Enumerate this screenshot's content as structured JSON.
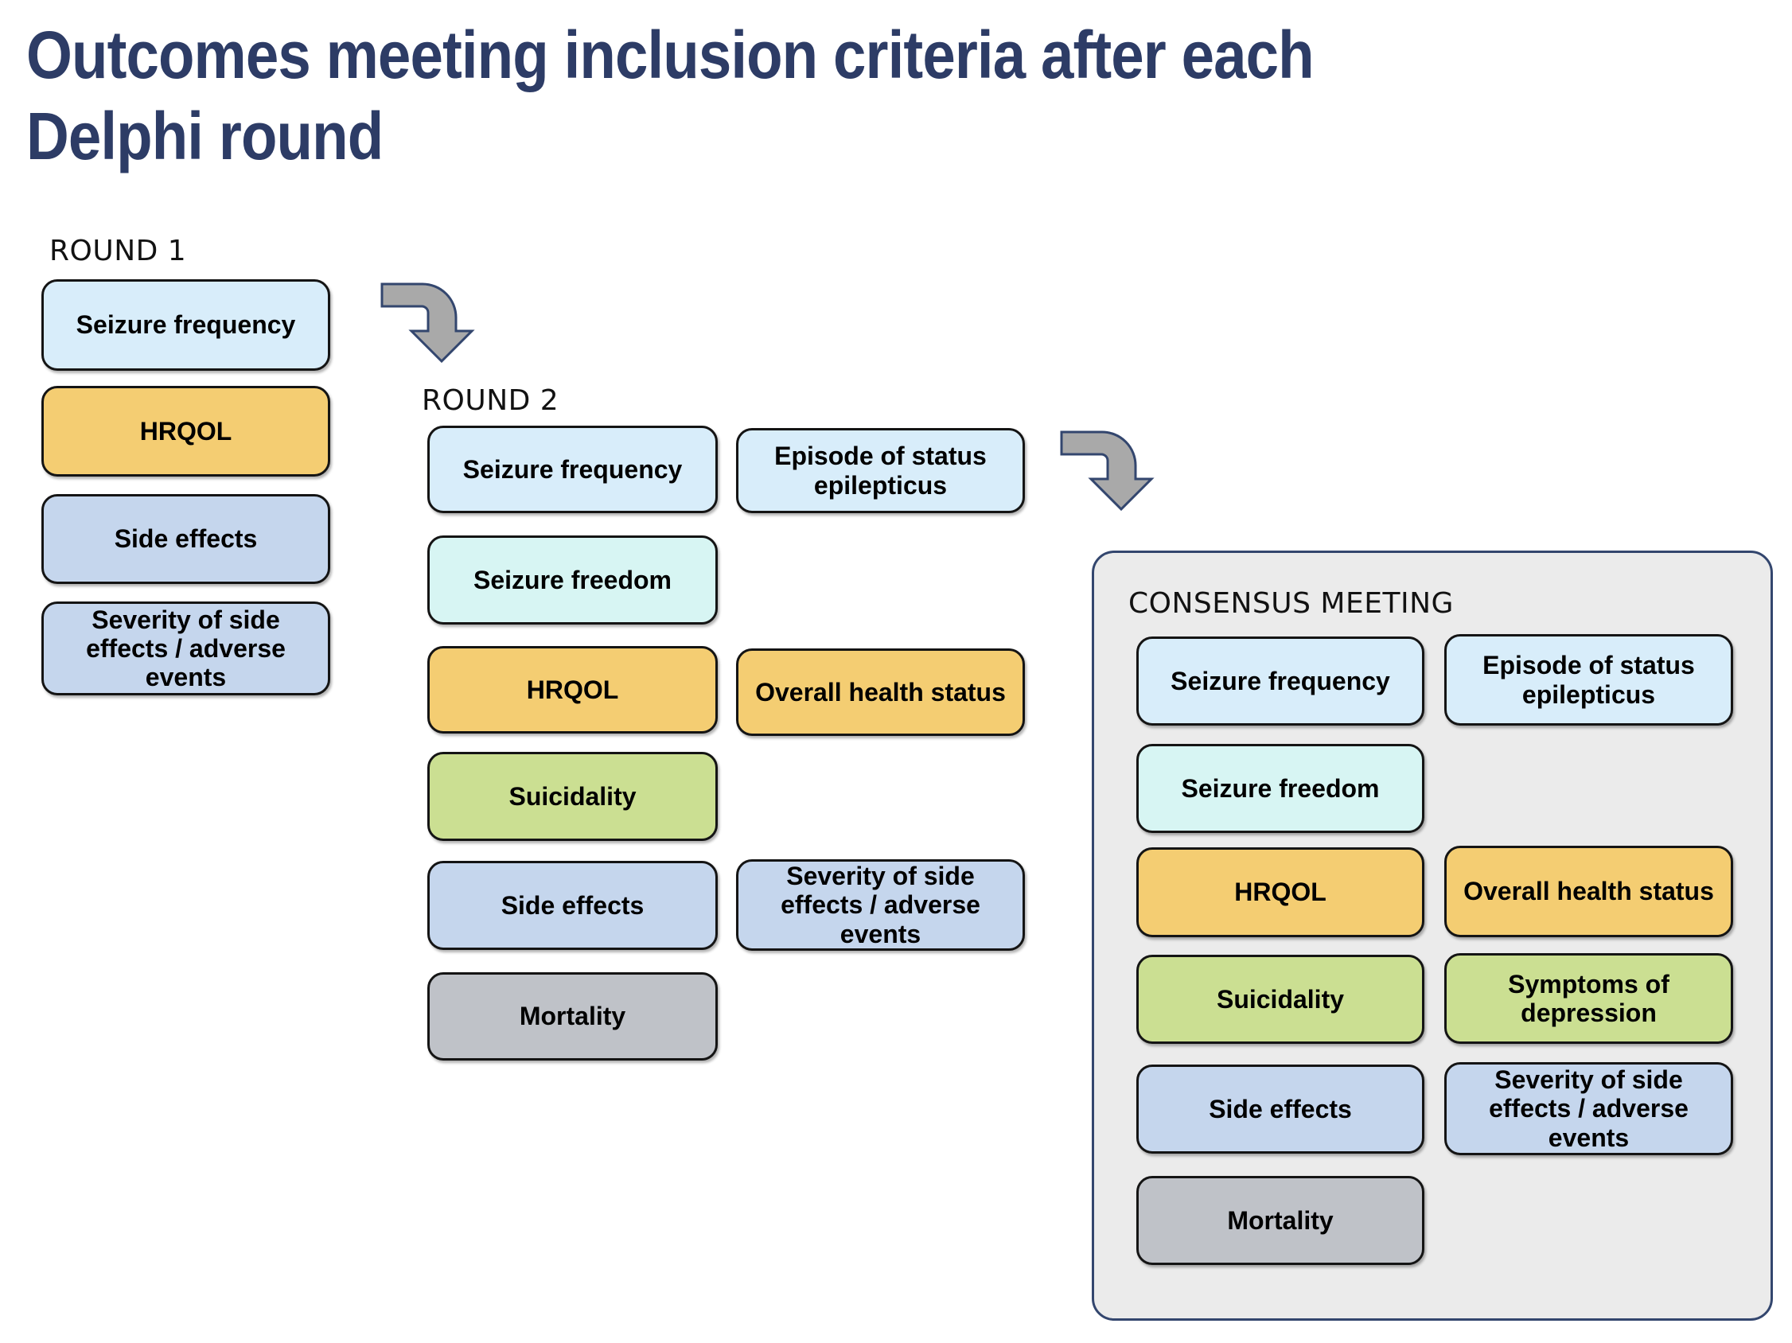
{
  "slide": {
    "title_lines": [
      "Outcomes meeting inclusion criteria after each",
      "Delphi round"
    ]
  },
  "colors": {
    "title_text": "#2d3c66",
    "section_label_text": "#121212",
    "box_border": "#141414",
    "box_text": "#000000",
    "lightblue": "#d8edfa",
    "cyan": "#d7f5f3",
    "yellow": "#f4cd72",
    "periwinkle": "#c5d6ed",
    "green": "#cbdf92",
    "gray": "#bfc2c8",
    "panel_bg": "#ebebeb",
    "panel_border": "#33466e",
    "arrow_fill": "#a9a9a9",
    "arrow_stroke": "#33466e",
    "background": "#ffffff"
  },
  "round1": {
    "label": "ROUND 1",
    "boxes": [
      {
        "label": "Seizure frequency",
        "color": "lightblue"
      },
      {
        "label": "HRQOL",
        "color": "yellow"
      },
      {
        "label": "Side effects",
        "color": "periwinkle"
      },
      {
        "label": "Severity of side effects / adverse events",
        "color": "periwinkle"
      }
    ]
  },
  "round2": {
    "label": "ROUND 2",
    "left_boxes": [
      {
        "label": "Seizure frequency",
        "color": "lightblue"
      },
      {
        "label": "Seizure freedom",
        "color": "cyan"
      },
      {
        "label": "HRQOL",
        "color": "yellow"
      },
      {
        "label": "Suicidality",
        "color": "green"
      },
      {
        "label": "Side effects",
        "color": "periwinkle"
      },
      {
        "label": "Mortality",
        "color": "gray"
      }
    ],
    "right_boxes": [
      {
        "label": "Episode of status epilepticus",
        "color": "lightblue"
      },
      {
        "label": "Overall health status",
        "color": "yellow"
      },
      {
        "label": "Severity of side effects / adverse events",
        "color": "periwinkle"
      }
    ]
  },
  "consensus": {
    "label": "CONSENSUS MEETING",
    "left_boxes": [
      {
        "label": "Seizure frequency",
        "color": "lightblue"
      },
      {
        "label": "Seizure freedom",
        "color": "cyan"
      },
      {
        "label": "HRQOL",
        "color": "yellow"
      },
      {
        "label": "Suicidality",
        "color": "green"
      },
      {
        "label": "Side effects",
        "color": "periwinkle"
      },
      {
        "label": "Mortality",
        "color": "gray"
      }
    ],
    "right_boxes": [
      {
        "label": "Episode of status epilepticus",
        "color": "lightblue"
      },
      {
        "label": "Overall health status",
        "color": "yellow"
      },
      {
        "label": "Symptoms of depression",
        "color": "green"
      },
      {
        "label": "Severity of side effects / adverse events",
        "color": "periwinkle"
      }
    ]
  }
}
